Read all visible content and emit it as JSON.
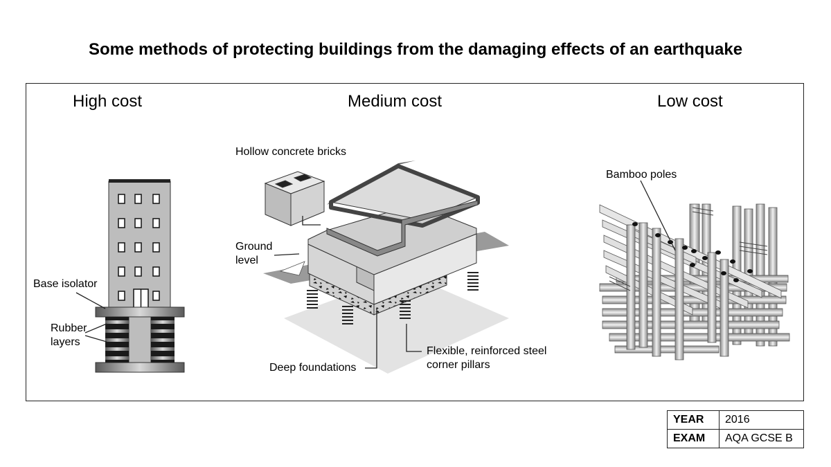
{
  "title": "Some methods of protecting buildings from the damaging effects of an earthquake",
  "sections": {
    "high": {
      "heading": "High cost",
      "labels": {
        "base_isolator": "Base isolator",
        "rubber_layers_1": "Rubber",
        "rubber_layers_2": "layers"
      }
    },
    "medium": {
      "heading": "Medium cost",
      "labels": {
        "hollow_bricks": "Hollow concrete bricks",
        "ground_1": "Ground",
        "ground_2": "level",
        "deep_foundations": "Deep foundations",
        "pillars_1": "Flexible, reinforced steel",
        "pillars_2": "corner pillars"
      }
    },
    "low": {
      "heading": "Low cost",
      "labels": {
        "bamboo": "Bamboo poles"
      }
    }
  },
  "info_table": [
    {
      "key": "YEAR",
      "value": "2016"
    },
    {
      "key": "EXAM",
      "value": "AQA GCSE B"
    }
  ],
  "colors": {
    "frame": "#222222",
    "building_fill": "#bdbdbd",
    "dark": "#4a4a4a",
    "light": "#e6e6e6"
  }
}
